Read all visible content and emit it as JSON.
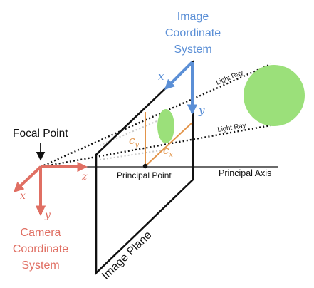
{
  "labels": {
    "image_coord_line1": "Image",
    "image_coord_line2": "Coordinate",
    "image_coord_line3": "System",
    "camera_coord_line1": "Camera",
    "camera_coord_line2": "Coordinate",
    "camera_coord_line3": "System",
    "focal_point": "Focal Point",
    "principal_point": "Principal Point",
    "principal_axis": "Principal Axis",
    "image_plane": "Image Plane",
    "light_ray_top": "Light Ray",
    "light_ray_bottom": "Light Ray"
  },
  "axes": {
    "image_x": "x",
    "image_y": "y",
    "camera_x": "x",
    "camera_y": "y",
    "camera_z": "z"
  },
  "offsets": {
    "cy_base": "c",
    "cy_sub": "y",
    "cx_base": "c",
    "cx_sub": "x"
  },
  "colors": {
    "image_axes": "#5b8fd6",
    "camera_axes": "#e06f63",
    "offsets": "#e2944a",
    "object": "#9be07a",
    "plane": "#111111",
    "ray_gray": "#c8c8c8"
  }
}
